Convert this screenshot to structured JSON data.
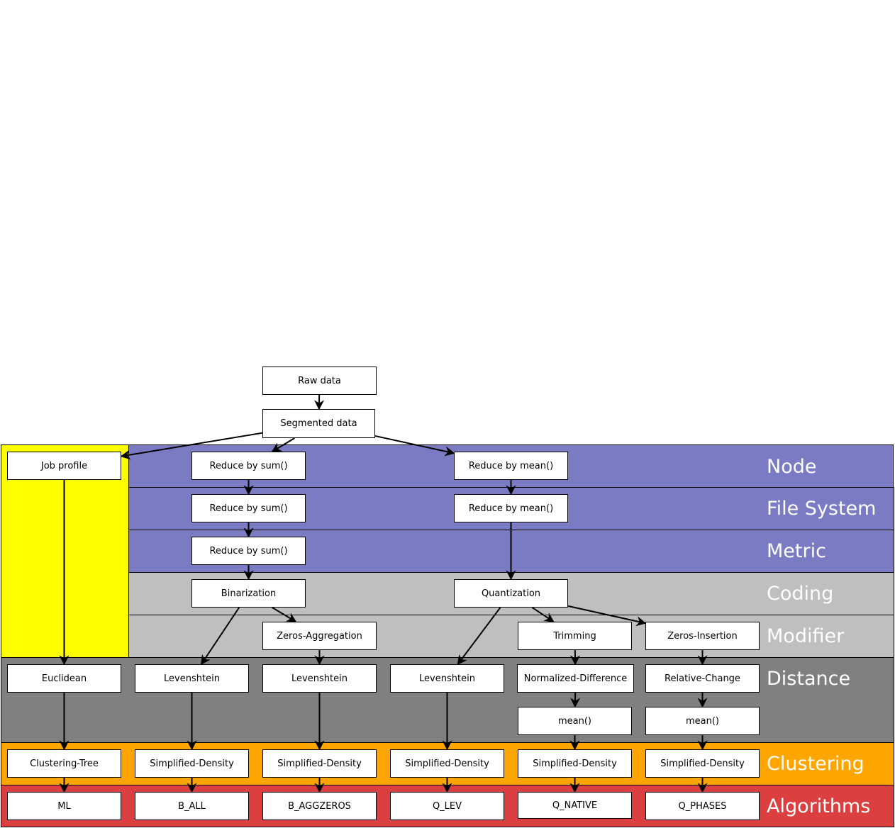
{
  "layers": {
    "node": "Node",
    "file_system": "File System",
    "metric": "Metric",
    "coding": "Coding",
    "modifier": "Modifier",
    "distance": "Distance",
    "clustering": "Clustering",
    "algorithms": "Algorithms"
  },
  "colors": {
    "aggregation": "#7b7bc4",
    "coding": "#bfbfbf",
    "distance": "#808080",
    "clustering": "#ffa500",
    "algorithms": "#dc3f3f",
    "job_profile": "#ffff00"
  },
  "nodes": {
    "raw_data": "Raw data",
    "segmented_data": "Segmented data",
    "job_profile": "Job profile",
    "reduce_sum_node": "Reduce by sum()",
    "reduce_mean_node": "Reduce by mean()",
    "reduce_sum_fs": "Reduce by sum()",
    "reduce_mean_fs": "Reduce by mean()",
    "reduce_sum_metric": "Reduce by sum()",
    "binarization": "Binarization",
    "quantization": "Quantization",
    "zeros_aggregation": "Zeros-Aggregation",
    "trimming": "Trimming",
    "zeros_insertion": "Zeros-Insertion",
    "euclidean": "Euclidean",
    "levenshtein_1": "Levenshtein",
    "levenshtein_2": "Levenshtein",
    "levenshtein_3": "Levenshtein",
    "normalized_difference": "Normalized-Difference",
    "relative_change": "Relative-Change",
    "mean_1": "mean()",
    "mean_2": "mean()",
    "clustering_tree": "Clustering-Tree",
    "simplified_density_1": "Simplified-Density",
    "simplified_density_2": "Simplified-Density",
    "simplified_density_3": "Simplified-Density",
    "simplified_density_4": "Simplified-Density",
    "simplified_density_5": "Simplified-Density",
    "ml": "ML",
    "b_all": "B_ALL",
    "b_aggzeros": "B_AGGZEROS",
    "q_lev": "Q_LEV",
    "q_native": "Q_NATIVE",
    "q_phases": "Q_PHASES"
  },
  "edges": [
    [
      "raw_data",
      "segmented_data"
    ],
    [
      "segmented_data",
      "job_profile"
    ],
    [
      "segmented_data",
      "reduce_sum_node"
    ],
    [
      "segmented_data",
      "reduce_mean_node"
    ],
    [
      "reduce_sum_node",
      "reduce_sum_fs"
    ],
    [
      "reduce_sum_fs",
      "reduce_sum_metric"
    ],
    [
      "reduce_sum_metric",
      "binarization"
    ],
    [
      "reduce_mean_node",
      "reduce_mean_fs"
    ],
    [
      "reduce_mean_fs",
      "quantization"
    ],
    [
      "job_profile",
      "euclidean"
    ],
    [
      "binarization",
      "levenshtein_1"
    ],
    [
      "binarization",
      "zeros_aggregation"
    ],
    [
      "zeros_aggregation",
      "levenshtein_2"
    ],
    [
      "quantization",
      "levenshtein_3"
    ],
    [
      "quantization",
      "trimming"
    ],
    [
      "quantization",
      "zeros_insertion"
    ],
    [
      "trimming",
      "normalized_difference"
    ],
    [
      "zeros_insertion",
      "relative_change"
    ],
    [
      "normalized_difference",
      "mean_1"
    ],
    [
      "relative_change",
      "mean_2"
    ],
    [
      "euclidean",
      "clustering_tree"
    ],
    [
      "levenshtein_1",
      "simplified_density_1"
    ],
    [
      "levenshtein_2",
      "simplified_density_2"
    ],
    [
      "levenshtein_3",
      "simplified_density_3"
    ],
    [
      "mean_1",
      "simplified_density_4"
    ],
    [
      "mean_2",
      "simplified_density_5"
    ],
    [
      "clustering_tree",
      "ml"
    ],
    [
      "simplified_density_1",
      "b_all"
    ],
    [
      "simplified_density_2",
      "b_aggzeros"
    ],
    [
      "simplified_density_3",
      "q_lev"
    ],
    [
      "simplified_density_4",
      "q_native"
    ],
    [
      "simplified_density_5",
      "q_phases"
    ]
  ]
}
